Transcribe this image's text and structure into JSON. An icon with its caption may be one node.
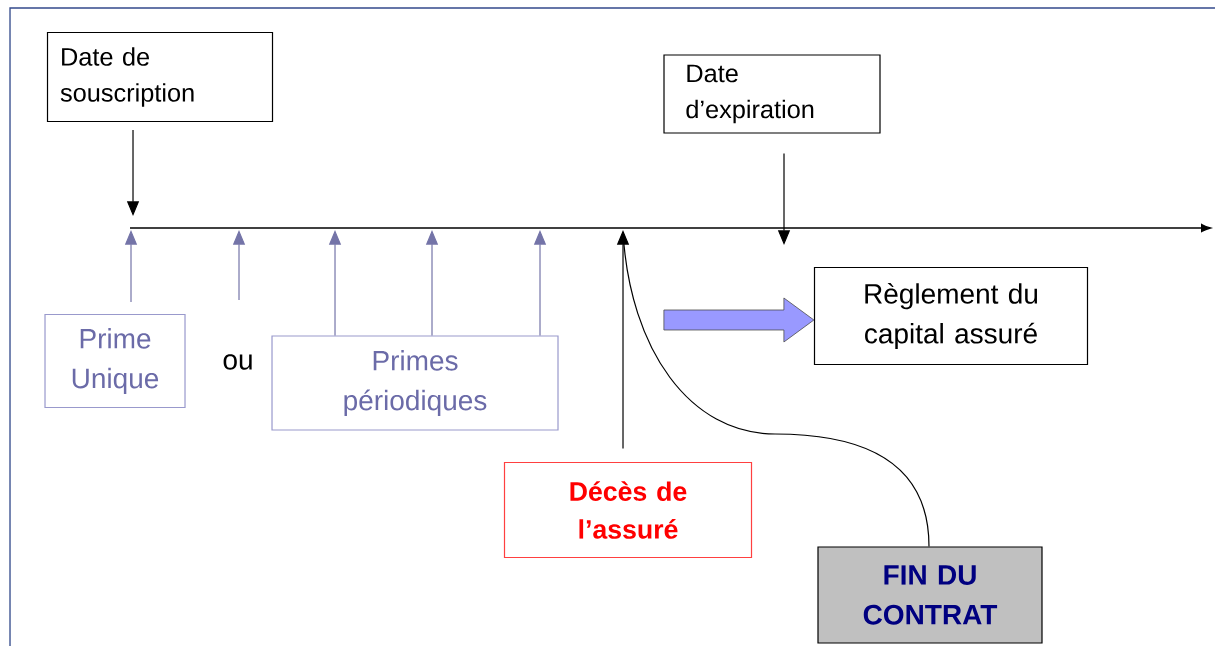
{
  "diagram": {
    "nodes": [
      {
        "text": [
          "Date de souscription"
        ]
      },
      {
        "text": [
          "Date d’expiration"
        ]
      },
      {
        "text": [
          "Règlement du capital assuré"
        ]
      },
      {
        "text": [
          "Prime Unique"
        ]
      },
      {
        "text": [
          "Primes périodiques"
        ]
      },
      {
        "text": [
          "Décès de l’assuré"
        ]
      },
      {
        "text": [
          "FIN DU CONTRAT"
        ]
      }
    ],
    "edges": [
      {
        "from": 0,
        "to": null,
        "arrow": "to",
        "color": "#000000"
      },
      {
        "from": 1,
        "to": null,
        "arrow": "to",
        "color": "#000000"
      },
      {
        "from": 3,
        "to": null,
        "arrow": "to",
        "color": "#7474a8"
      },
      {
        "from": 4,
        "to": null,
        "arrow": "to",
        "color": "#7474a8"
      },
      {
        "from": 4,
        "to": null,
        "arrow": "to",
        "color": "#7474a8"
      },
      {
        "from": 4,
        "to": null,
        "arrow": "to",
        "color": "#7474a8"
      },
      {
        "from": 5,
        "to": null,
        "arrow": "to",
        "color": "#000000"
      },
      {
        "from": 6,
        "to": null,
        "arrow": "none",
        "color": "#000000"
      },
      {
        "from": null,
        "to": 2,
        "arrow": "to",
        "style": "thick",
        "color": "#9999ff"
      }
    ],
    "labels": [
      "ou"
    ]
  }
}
